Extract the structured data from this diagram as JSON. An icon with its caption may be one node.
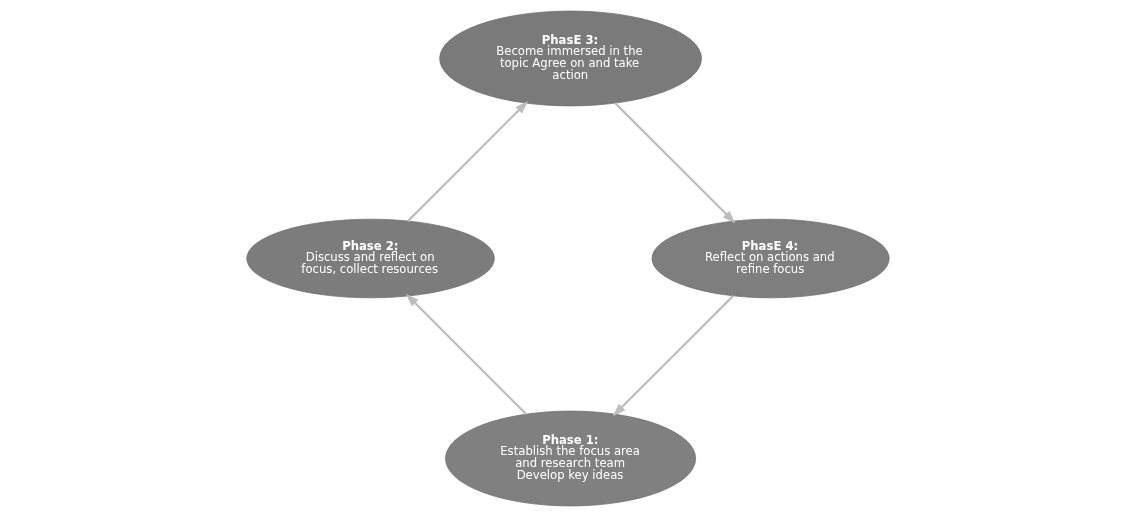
{
  "diagram": {
    "nodes": [
      {
        "text": [
          "Phase 1:",
          "Establish the focus area and research team Develop key ideas"
        ]
      },
      {
        "text": [
          "Phase 2:",
          "Discuss and reflect on focus, collect resources"
        ]
      },
      {
        "text": [
          "PhasE 3:",
          "Become immersed in the topic Agree on and take action"
        ]
      },
      {
        "text": [
          "PhasE 4:",
          "Reflect on actions and refine focus"
        ]
      }
    ],
    "edges": [
      {
        "from": 0,
        "to": 1,
        "arrow": "to"
      },
      {
        "from": 1,
        "to": 2,
        "arrow": "to"
      },
      {
        "from": 2,
        "to": 3,
        "arrow": "to"
      },
      {
        "from": 3,
        "to": 0,
        "arrow": "to"
      }
    ]
  }
}
